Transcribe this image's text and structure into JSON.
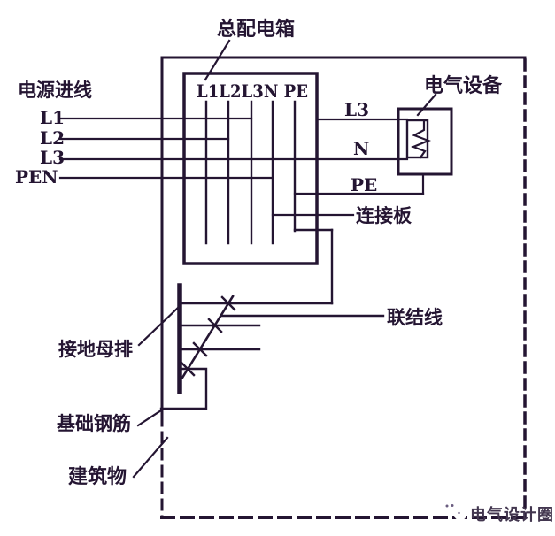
{
  "colors": {
    "background": "#d3c2e2",
    "ink": "#241532",
    "watermark_text": "#42364f",
    "watermark_icon": "#ffffff"
  },
  "supply": {
    "title": "电源进线",
    "lines": [
      "L1",
      "L2",
      "L3",
      "PEN"
    ]
  },
  "distribution_box": {
    "label": "总配电箱",
    "bus_header": "L1L2L3N PE"
  },
  "equipment": {
    "label": "电气设备"
  },
  "outputs": {
    "l3": "L3",
    "n": "N",
    "pe": "PE"
  },
  "annotations": {
    "connection_plate": "连接板",
    "bonding_wire": "联结线",
    "earthing_busbar": "接地母排",
    "foundation_rebar": "基础钢筋",
    "building": "建筑物"
  },
  "watermark": {
    "text": "电气设计圈"
  }
}
